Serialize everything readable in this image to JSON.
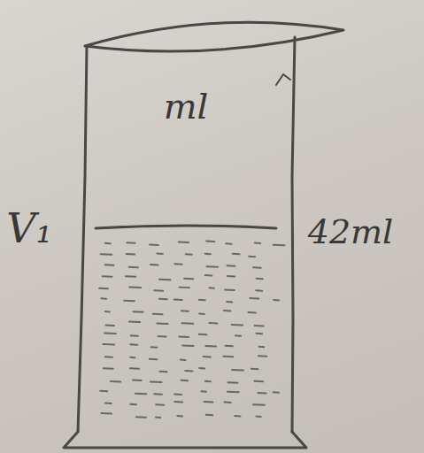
{
  "diagram": {
    "labels": [
      "ml",
      "V₁",
      "42ml"
    ]
  }
}
